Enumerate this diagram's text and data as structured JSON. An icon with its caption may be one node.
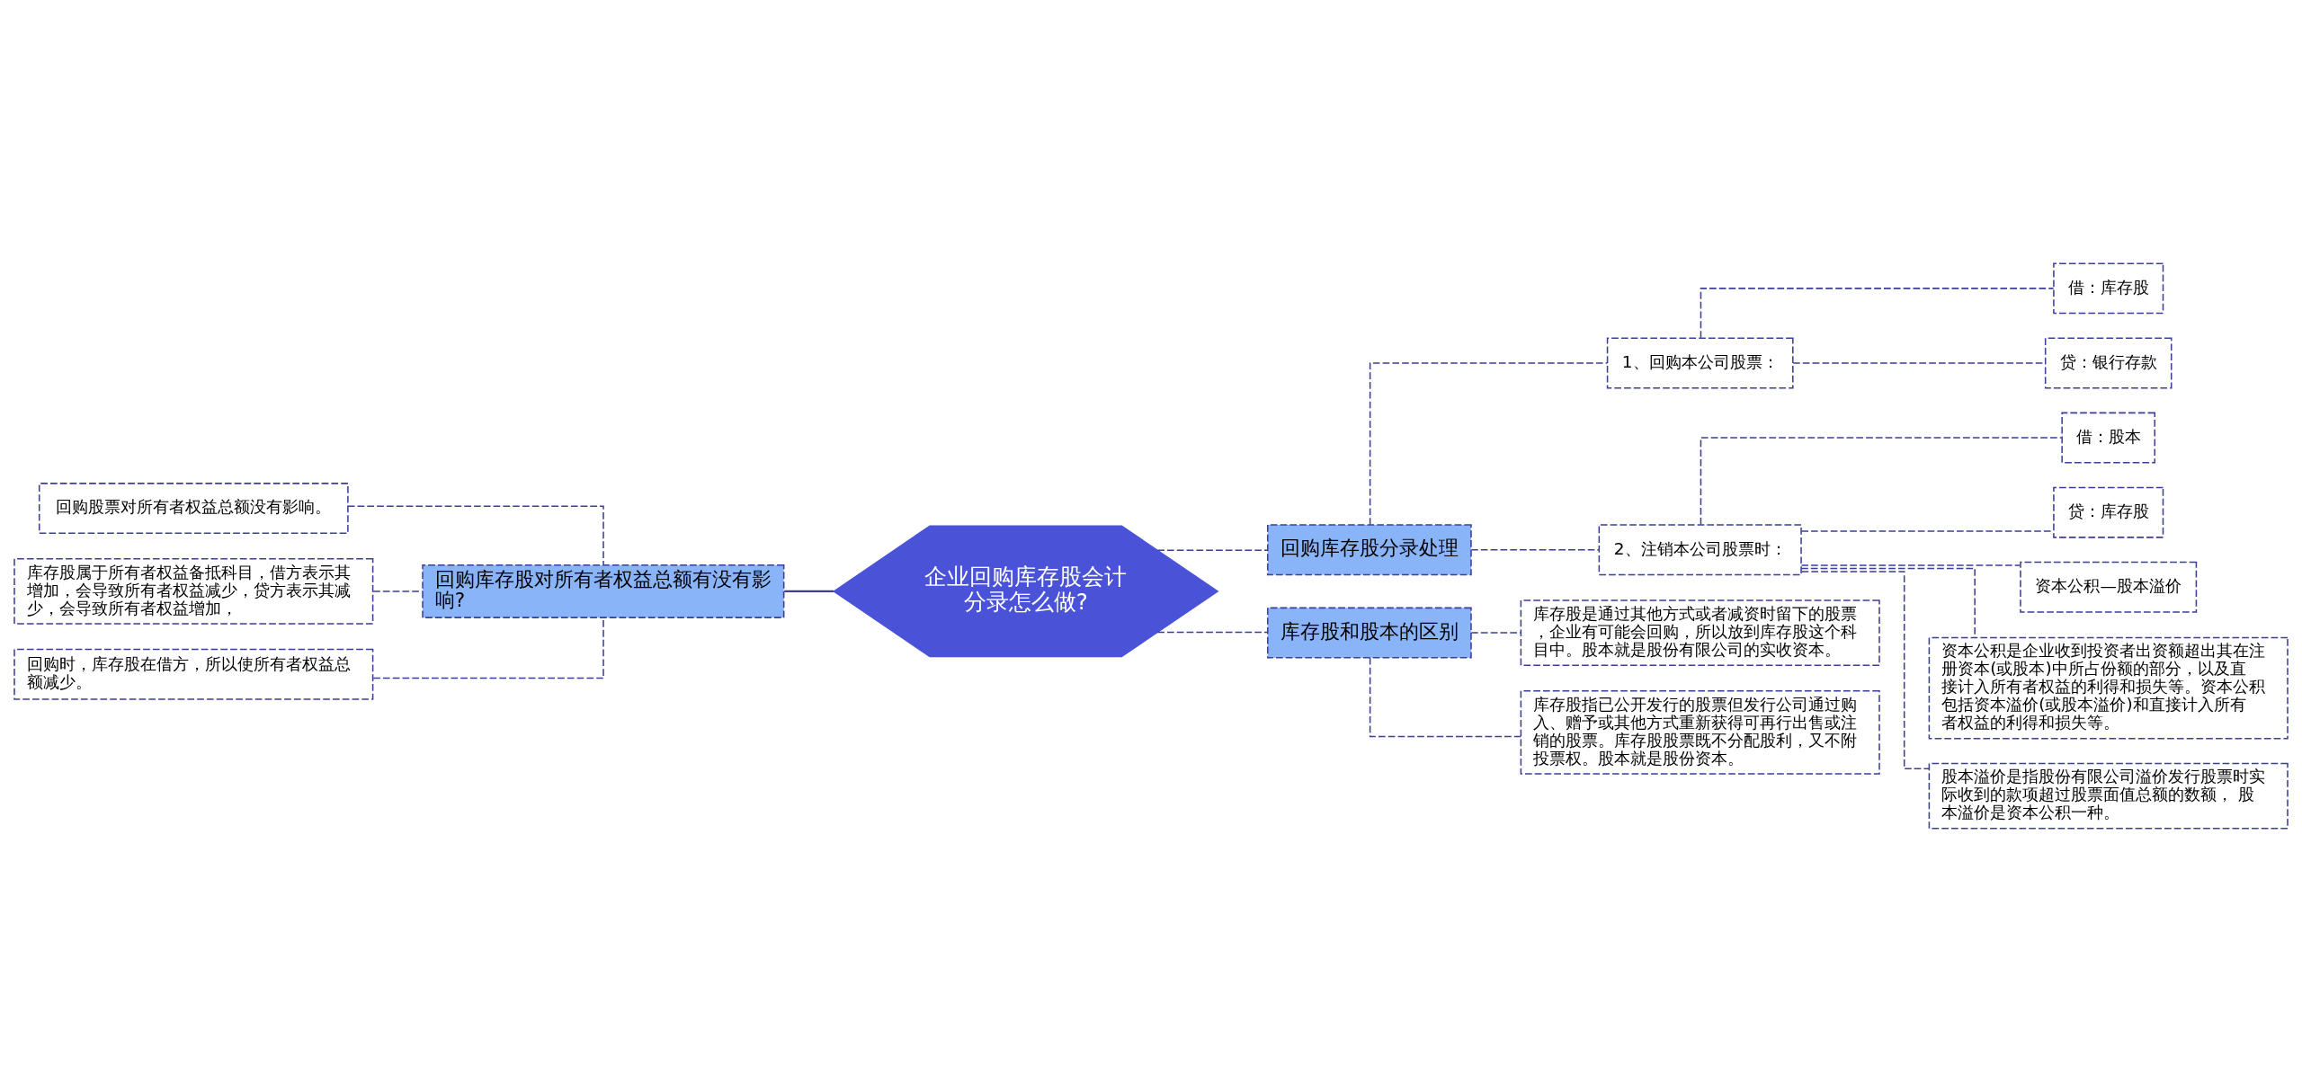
{
  "diagram": {
    "nodes": [
      {
        "text": [
          "企业回购库存股会计分录怎么做?"
        ]
      },
      {
        "text": [
          "回购库存股对所有者权益总额有没有影响?"
        ]
      },
      {
        "text": [
          "回购股票对所有者权益总额没有影响。"
        ]
      },
      {
        "text": [
          "库存股属于所有者权益备抵科目，借方表示其增加，会导致所有者权益减少，贷方表示其减少，会导致所有者权益增加，"
        ]
      },
      {
        "text": [
          "回购时，库存股在借方，所以使所有者权益总额减少。"
        ]
      },
      {
        "text": [
          "回购库存股分录处理"
        ]
      },
      {
        "text": [
          "1、回购本公司股票："
        ]
      },
      {
        "text": [
          "借：库存股"
        ]
      },
      {
        "text": [
          "贷：银行存款"
        ]
      },
      {
        "text": [
          "2、注销本公司股票时："
        ]
      },
      {
        "text": [
          "借：股本"
        ]
      },
      {
        "text": [
          "贷：库存股"
        ]
      },
      {
        "text": [
          "资本公积—股本溢价"
        ]
      },
      {
        "text": [
          "资本公积是企业收到投资者出资额超出其在注册资本(或股本)中所占份额的部分，以及直接计入所有者权益的利得和损失等。资本公积包括资本溢价(或股本溢价)和直接计入所有者权益的利得和损失等。"
        ]
      },
      {
        "text": [
          "股本溢价是指股份有限公司溢价发行股票时实际收到的款项超过股票面值总额的数额， 股本溢价是资本公积一种。"
        ]
      },
      {
        "text": [
          "库存股和股本的区别"
        ]
      },
      {
        "text": [
          "库存股是通过其他方式或者减资时留下的股票，企业有可能会回购，所以放到库存股这个科目中。股本就是股份有限公司的实收资本。"
        ]
      },
      {
        "text": [
          "库存股指已公开发行的股票但发行公司通过购入、赠予或其他方式重新获得可再行出售或注销的股票。库存股股票既不分配股利，又不附投票权。股本就是股份资本。"
        ]
      }
    ],
    "edges": [
      {
        "from": 0,
        "to": 1,
        "arrow": "none"
      },
      {
        "from": 1,
        "to": 2,
        "arrow": "none",
        "style": "dashed"
      },
      {
        "from": 1,
        "to": 3,
        "arrow": "none",
        "style": "dashed"
      },
      {
        "from": 1,
        "to": 4,
        "arrow": "none",
        "style": "dashed"
      },
      {
        "from": 0,
        "to": 5,
        "arrow": "none",
        "style": "dashed"
      },
      {
        "from": 5,
        "to": 6,
        "arrow": "none",
        "style": "dashed"
      },
      {
        "from": 6,
        "to": 7,
        "arrow": "none",
        "style": "dashed"
      },
      {
        "from": 6,
        "to": 8,
        "arrow": "none",
        "style": "dashed"
      },
      {
        "from": 5,
        "to": 9,
        "arrow": "none",
        "style": "dashed"
      },
      {
        "from": 9,
        "to": 10,
        "arrow": "none",
        "style": "dashed"
      },
      {
        "from": 9,
        "to": 11,
        "arrow": "none",
        "style": "dashed"
      },
      {
        "from": 9,
        "to": 12,
        "arrow": "none",
        "style": "dashed"
      },
      {
        "from": 9,
        "to": 13,
        "arrow": "none",
        "style": "dashed"
      },
      {
        "from": 9,
        "to": 14,
        "arrow": "none",
        "style": "dashed"
      },
      {
        "from": 0,
        "to": 15,
        "arrow": "none",
        "style": "dashed"
      },
      {
        "from": 15,
        "to": 16,
        "arrow": "none",
        "style": "dashed"
      },
      {
        "from": 15,
        "to": 17,
        "arrow": "none",
        "style": "dashed"
      }
    ]
  }
}
